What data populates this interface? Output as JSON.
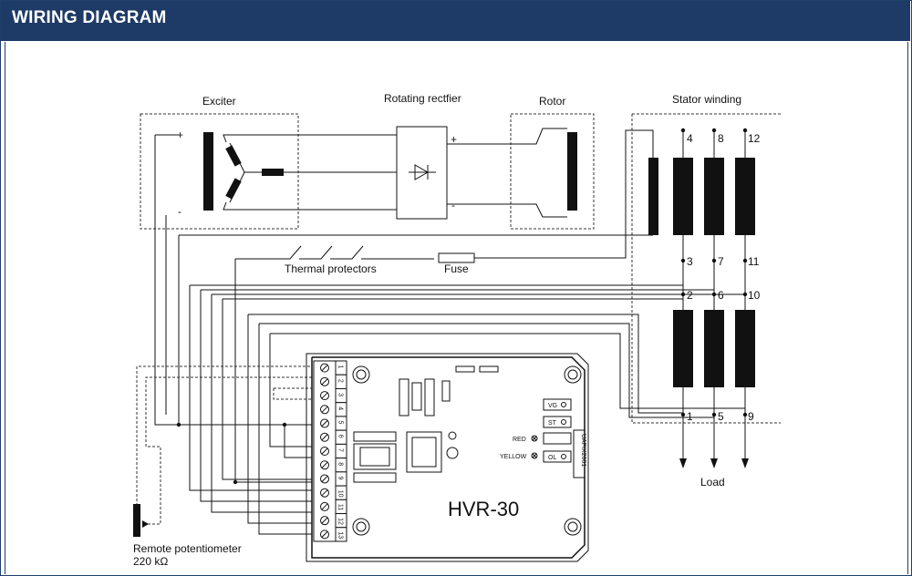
{
  "header": {
    "title": "WIRING DIAGRAM"
  },
  "diagram": {
    "labels": {
      "exciter": "Exciter",
      "rotating_rectifier": "Rotating rectfier",
      "rotor": "Rotor",
      "stator_winding": "Stator winding",
      "thermal_protectors": "Thermal protectors",
      "fuse": "Fuse",
      "load": "Load",
      "remote_pot_line1": "Remote potentiometer",
      "remote_pot_line2": "220 kΩ",
      "plus_exciter": "+",
      "minus_exciter": "-",
      "plus_rectifier": "+",
      "minus_rectifier": "-"
    },
    "stator_terminals": [
      "4",
      "8",
      "12",
      "3",
      "7",
      "11",
      "2",
      "6",
      "10",
      "1",
      "5",
      "9"
    ],
    "avr": {
      "model": "HVR-30",
      "terminal_numbers": [
        "1",
        "2",
        "3",
        "4",
        "5",
        "6",
        "7",
        "8",
        "9",
        "10",
        "11",
        "12",
        "13"
      ],
      "controls": {
        "vg": "VG",
        "st": "ST",
        "red": "RED",
        "yellow": "YELLOW",
        "ol": "OL"
      },
      "side_tag": "UAFIX2001"
    }
  }
}
